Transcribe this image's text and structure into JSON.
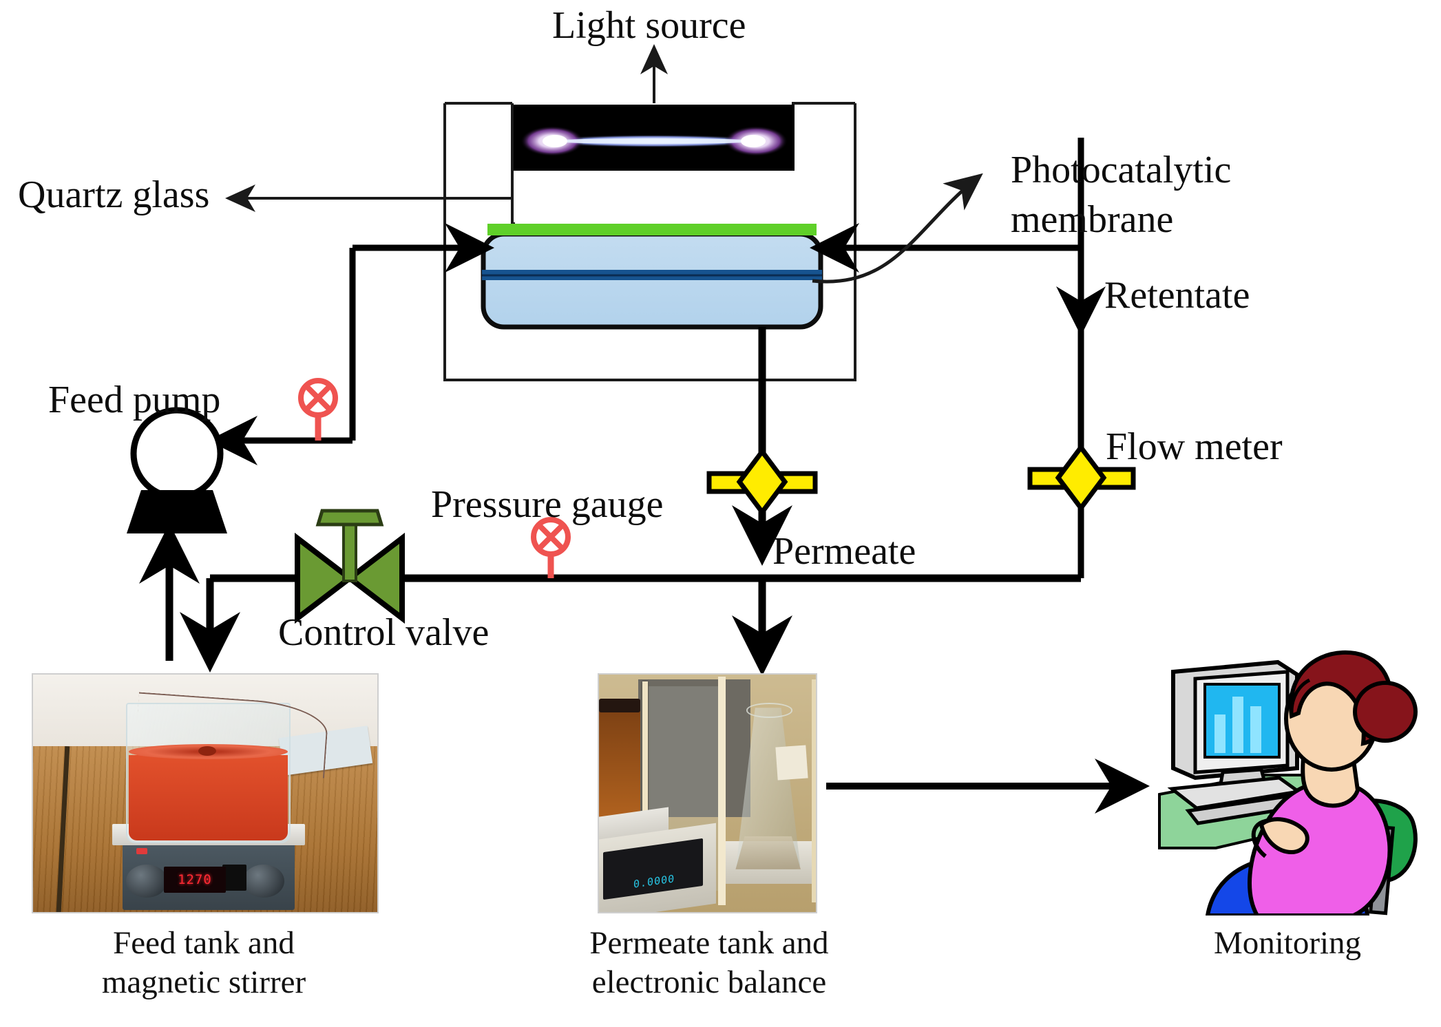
{
  "diagram": {
    "title": "Photocatalytic membrane reactor schematic",
    "labels": {
      "light_source": "Light source",
      "quartz_glass": "Quartz glass",
      "photocatalytic_membrane_line1": "Photocatalytic",
      "photocatalytic_membrane_line2": "membrane",
      "retentate": "Retentate",
      "flow_meter": "Flow meter",
      "feed_pump": "Feed pump",
      "pressure_gauge": "Pressure gauge",
      "control_valve": "Control valve",
      "permeate": "Permeate",
      "feed_tank_line1": "Feed tank and",
      "feed_tank_line2": "magnetic stirrer",
      "permeate_tank_line1": "Permeate tank and",
      "permeate_tank_line2": "electronic balance",
      "monitoring": "Monitoring"
    },
    "photos": {
      "feed_tank": {
        "alt": "Beaker of red liquid on magnetic stirrer hotplate",
        "stirrer_display_value": "1270"
      },
      "permeate_tank": {
        "alt": "Erlenmeyer flask on analytical balance inside draft shield",
        "balance_display_value": "0.0000"
      },
      "monitoring": {
        "alt": "Woman at computer workstation viewing bar chart"
      }
    },
    "components": {
      "lamp": {
        "icon": "uv-lamp-icon",
        "body_color": "#000000",
        "glow_color": "#b07ad0"
      },
      "module": {
        "icon": "membrane-module-icon",
        "fill": "#bcd7ee",
        "quartz_color": "#5fd029",
        "membrane_color": "#16538f"
      },
      "pump": {
        "icon": "pump-icon",
        "color": "#000000"
      },
      "pressure_gauge": {
        "icon": "pressure-gauge-icon",
        "color": "#ef5350"
      },
      "control_valve": {
        "icon": "control-valve-icon",
        "color": "#6a9a33"
      },
      "flow_meter": {
        "icon": "flow-meter-icon",
        "color": "#ffec00"
      }
    }
  }
}
